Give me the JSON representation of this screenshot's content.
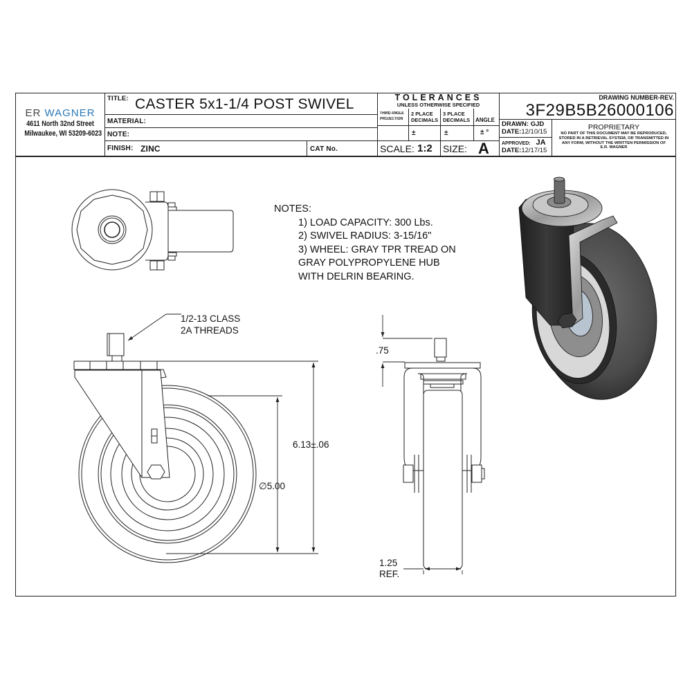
{
  "title_block": {
    "company": {
      "brand_prefix": "ER",
      "brand_name": "WAGNER",
      "address_line1": "4611 North 32nd Street",
      "address_line2": "Milwaukee, WI 53209-6023",
      "brand_color": "#2b78b8"
    },
    "title_label": "TITLE:",
    "title_value": "CASTER 5x1-1/4 POST SWIVEL",
    "material_label": "MATERIAL:",
    "material_value": "",
    "note_label": "NOTE:",
    "note_value": "",
    "finish_label": "FINISH:",
    "finish_value": "ZINC",
    "cat_no_label": "CAT No.",
    "cat_no_value": "",
    "tolerances": {
      "heading": "TOLERANCES",
      "subheading": "UNLESS OTHERWISE SPECIFIED",
      "projection_label_1": "THIRD ANGLE",
      "projection_label_2": "PROJECTION",
      "two_place_1": "2 PLACE",
      "two_place_2": "DECIMALS",
      "three_place_1": "3 PLACE",
      "three_place_2": "DECIMALS",
      "angle_label": "ANGLE",
      "two_place_value": "±",
      "three_place_value": "±",
      "angle_value": "± °"
    },
    "scale_label": "SCALE:",
    "scale_value": "1:2",
    "size_label": "SIZE:",
    "size_value": "A",
    "drawing_number_label": "DRAWING NUMBER-REV.",
    "drawing_number": "3F29B5B26000106",
    "drawn_label": "DRAWN:",
    "drawn_by": "GJD",
    "drawn_date_label": "DATE:",
    "drawn_date": "12/10/15",
    "approved_label": "APPROVED:",
    "approved_by": "JA",
    "approved_date_label": "DATE:",
    "approved_date": "12/17/15",
    "proprietary_heading": "PROPRIETARY",
    "proprietary_line1": "NO PART OF THIS DOCUMENT MAY BE REPRODUCED,",
    "proprietary_line2": "STORED IN A RETRIEVAL SYSTEM, OR TRANSMITTED IN",
    "proprietary_line3": "ANY FORM, WITHOUT THE WRITTEN PERMISSION OF",
    "proprietary_line4": "E.R. WAGNER"
  },
  "notes": {
    "heading": "NOTES:",
    "items": [
      "1) LOAD CAPACITY: 300 Lbs.",
      "2) SWIVEL RADIUS: 3-15/16\"",
      "3) WHEEL: GRAY TPR TREAD ON",
      "GRAY POLYPROPYLENE HUB",
      "WITH DELRIN BEARING."
    ]
  },
  "dimensions": {
    "thread_callout_1": "1/2-13 CLASS",
    "thread_callout_2": "2A THREADS",
    "overall_height": "6.13±.06",
    "wheel_diameter": "∅5.00",
    "stem_height": ".75",
    "wheel_width": "1.25",
    "wheel_width_ref": "REF."
  },
  "views": [
    "top-view",
    "side-view",
    "front-view",
    "isometric-render"
  ]
}
